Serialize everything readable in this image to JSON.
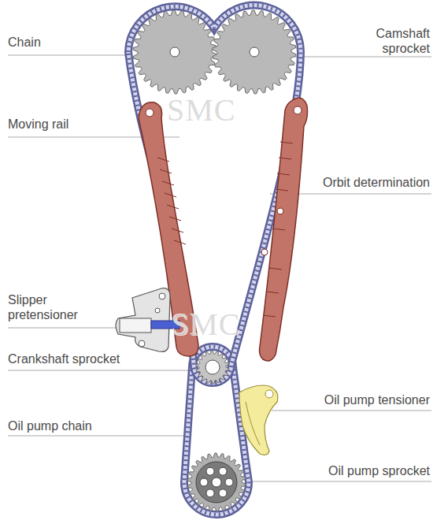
{
  "diagram": {
    "labels": [
      "Chain",
      "Camshaft sprocket",
      "Moving rail",
      "Orbit determination",
      "Slipper pretensioner",
      "Crankshaft sprocket",
      "Oil pump chain",
      "Oil pump tensioner",
      "Oil pump sprocket",
      "SMC",
      "SMC"
    ]
  }
}
